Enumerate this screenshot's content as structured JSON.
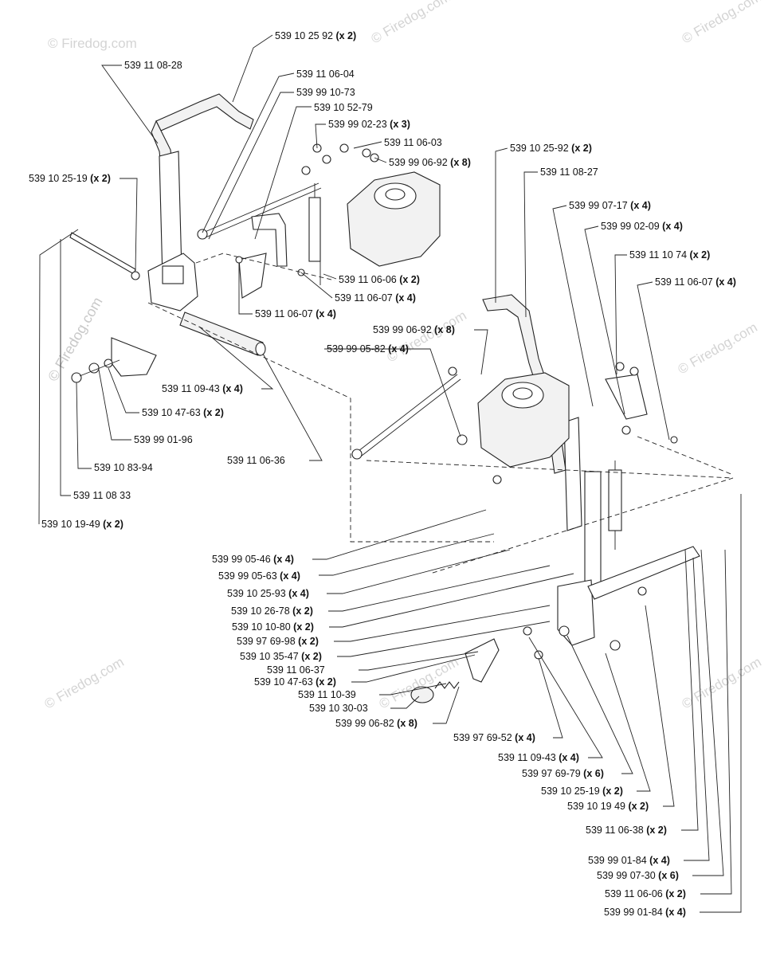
{
  "watermark": {
    "text": "© Firedog.com",
    "vertical_text": "© Firedog.com"
  },
  "diagram": {
    "type": "exploded parts diagram",
    "callouts": [
      {
        "part": "539 10 25 92",
        "qty": "(x 2)"
      },
      {
        "part": "539 11 08-28",
        "qty": ""
      },
      {
        "part": "539 11 06-04",
        "qty": ""
      },
      {
        "part": "539 99 10-73",
        "qty": ""
      },
      {
        "part": "539 10 52-79",
        "qty": ""
      },
      {
        "part": "539 99 02-23",
        "qty": "(x 3)"
      },
      {
        "part": "539 11 06-03",
        "qty": ""
      },
      {
        "part": "539 99 06-92",
        "qty": "(x 8)"
      },
      {
        "part": "539 10 25-19",
        "qty": "(x 2)"
      },
      {
        "part": "539 11 06-06",
        "qty": "(x 2)"
      },
      {
        "part": "539 11 06-07",
        "qty": "(x 4)"
      },
      {
        "part": "539 11 06-07",
        "qty": "(x 4)"
      },
      {
        "part": "539 11 09-43",
        "qty": "(x 4)"
      },
      {
        "part": "539 10 47-63",
        "qty": "(x 2)"
      },
      {
        "part": "539 99 01-96",
        "qty": ""
      },
      {
        "part": "539 10 83-94",
        "qty": ""
      },
      {
        "part": "539 11 08 33",
        "qty": ""
      },
      {
        "part": "539 10 19-49",
        "qty": "(x 2)"
      },
      {
        "part": "539 11 06-36",
        "qty": ""
      },
      {
        "part": "539 10 25-92",
        "qty": "(x 2)"
      },
      {
        "part": "539 11 08-27",
        "qty": ""
      },
      {
        "part": "539 99 07-17",
        "qty": "(x 4)"
      },
      {
        "part": "539 99 02-09",
        "qty": "(x 4)"
      },
      {
        "part": "539 11 10 74",
        "qty": "(x 2)"
      },
      {
        "part": "539 11 06-07",
        "qty": "(x 4)"
      },
      {
        "part": "539 99 06-92",
        "qty": "(x 8)"
      },
      {
        "part": "539 99 05-82",
        "qty": "(x 4)"
      },
      {
        "part": "539 99 05-46",
        "qty": "(x 4)"
      },
      {
        "part": "539 99 05-63",
        "qty": "(x 4)"
      },
      {
        "part": "539 10 25-93",
        "qty": "(x 4)"
      },
      {
        "part": "539 10 26-78",
        "qty": "(x 2)"
      },
      {
        "part": "539 10 10-80",
        "qty": "(x 2)"
      },
      {
        "part": "539 97 69-98",
        "qty": "(x 2)"
      },
      {
        "part": "539 10 35-47",
        "qty": "(x 2)"
      },
      {
        "part": "539 11 06-37",
        "qty": ""
      },
      {
        "part": "539 10 47-63",
        "qty": "(x 2)"
      },
      {
        "part": "539 11 10-39",
        "qty": ""
      },
      {
        "part": "539 10 30-03",
        "qty": ""
      },
      {
        "part": "539 99 06-82",
        "qty": "(x 8)"
      },
      {
        "part": "539 97 69-52",
        "qty": "(x 4)"
      },
      {
        "part": "539 11 09-43",
        "qty": "(x 4)"
      },
      {
        "part": "539 97 69-79",
        "qty": "(x 6)"
      },
      {
        "part": "539 10 25-19",
        "qty": "(x 2)"
      },
      {
        "part": "539 10 19 49",
        "qty": "(x 2)"
      },
      {
        "part": "539 11 06-38",
        "qty": "(x 2)"
      },
      {
        "part": "539 99 01-84",
        "qty": "(x 4)"
      },
      {
        "part": "539 99 07-30",
        "qty": "(x 6)"
      },
      {
        "part": "539 11 06-06",
        "qty": "(x 2)"
      },
      {
        "part": "539 99 01-84",
        "qty": "(x 4)"
      }
    ]
  }
}
